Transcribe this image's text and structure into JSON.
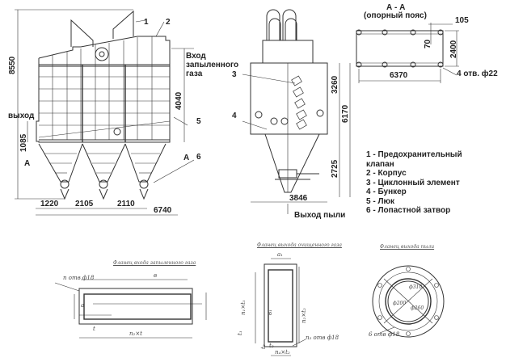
{
  "front_view": {
    "dims": {
      "height_total": "8550",
      "upper": "4040",
      "lower": "1085",
      "d1": "1220",
      "d2": "2105",
      "d3": "2110",
      "width": "6740"
    },
    "labels": {
      "inlet": [
        "Вход",
        "запыленного",
        "газа"
      ],
      "outlet": "выход",
      "section_mark": "А"
    },
    "callouts": [
      "1",
      "2",
      "5",
      "6"
    ]
  },
  "side_view": {
    "dims": {
      "upper": "3260",
      "total": "6170",
      "hopper": "2725",
      "width": "3846"
    },
    "labels": {
      "dust_outlet": "Выход пыли"
    },
    "callouts": [
      "3",
      "4"
    ]
  },
  "section_aa": {
    "title": "А - А",
    "subtitle": "(опорный пояс)",
    "dims": {
      "offset": "105",
      "inner": "70",
      "height": "2400",
      "length": "6370"
    },
    "holes": "4 отв. ф22"
  },
  "legend": [
    "1 - Предохранительный",
    "клапан",
    "2 - Корпус",
    "3 - Циклонный элемент",
    "4 - Бункер",
    "5 - Люк",
    "6 - Лопастной затвор"
  ],
  "flanges": {
    "inlet": {
      "title": "Фланец входа запыленного газа",
      "holes": "n отв ф18",
      "b": "в",
      "a": "а",
      "pitch": "n₂×t",
      "t": "t",
      "side": "n₁×t₁",
      "t1": "t₁"
    },
    "outlet": {
      "title": "Фланец выхода очищенного газа",
      "a1": "а₁",
      "b1": "в₁",
      "side": "n₂×t₂",
      "holes": "n₃ отв ф18",
      "t": "t₂",
      "bottom": "n₄×t₂",
      "tt": "t₂"
    },
    "dust": {
      "title": "Фланец выхода пыли",
      "d1": "ф310",
      "d2": "ф200",
      "d3": "ф260",
      "holes": "6 отв ф18"
    }
  }
}
